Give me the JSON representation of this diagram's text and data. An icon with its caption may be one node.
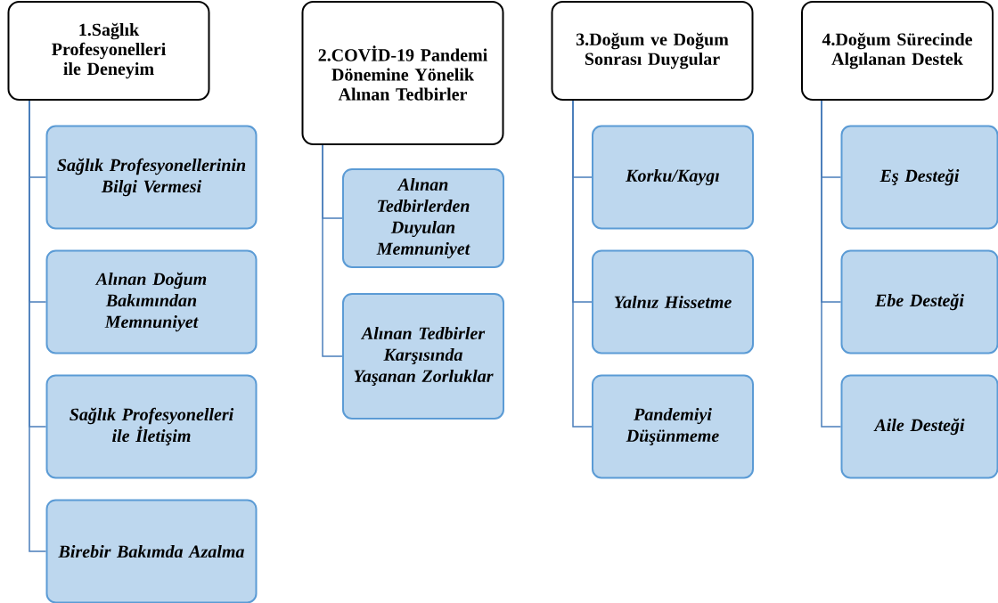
{
  "diagram": {
    "nodes": [
      {
        "text": [
          "1.Sağlık Profesyonelleri ile Deneyim"
        ]
      },
      {
        "text": [
          "Sağlık Profesyonellerinin Bilgi Vermesi"
        ]
      },
      {
        "text": [
          "Alınan Doğum Bakımından Memnuniyet"
        ]
      },
      {
        "text": [
          "Sağlık Profesyonelleri ile İletişim"
        ]
      },
      {
        "text": [
          "Birebir Bakımda Azalma"
        ]
      },
      {
        "text": [
          "2.COVİD-19 Pandemi Dönemine Yönelik Alınan Tedbirler"
        ]
      },
      {
        "text": [
          "Alınan Tedbirlerden Duyulan Memnuniyet"
        ]
      },
      {
        "text": [
          "Alınan Tedbirler Karşısında Yaşanan Zorluklar"
        ]
      },
      {
        "text": [
          "3.Doğum ve Doğum Sonrası Duygular"
        ]
      },
      {
        "text": [
          "Korku/Kaygı"
        ]
      },
      {
        "text": [
          "Yalnız Hissetme"
        ]
      },
      {
        "text": [
          "Pandemiyi Düşünmeme"
        ]
      },
      {
        "text": [
          "4.Doğum Sürecinde Algılanan Destek"
        ]
      },
      {
        "text": [
          "Eş Desteği"
        ]
      },
      {
        "text": [
          "Ebe Desteği"
        ]
      },
      {
        "text": [
          "Aile Desteği"
        ]
      }
    ],
    "edges": [
      {
        "from": 0,
        "to": 1,
        "arrow": "none"
      },
      {
        "from": 0,
        "to": 2,
        "arrow": "none"
      },
      {
        "from": 0,
        "to": 3,
        "arrow": "none"
      },
      {
        "from": 0,
        "to": 4,
        "arrow": "none"
      },
      {
        "from": 5,
        "to": 6,
        "arrow": "none"
      },
      {
        "from": 5,
        "to": 7,
        "arrow": "none"
      },
      {
        "from": 8,
        "to": 9,
        "arrow": "none"
      },
      {
        "from": 8,
        "to": 10,
        "arrow": "none"
      },
      {
        "from": 8,
        "to": 11,
        "arrow": "none"
      },
      {
        "from": 12,
        "to": 13,
        "arrow": "none"
      },
      {
        "from": 12,
        "to": 14,
        "arrow": "none"
      },
      {
        "from": 12,
        "to": 15,
        "arrow": "none"
      }
    ]
  }
}
